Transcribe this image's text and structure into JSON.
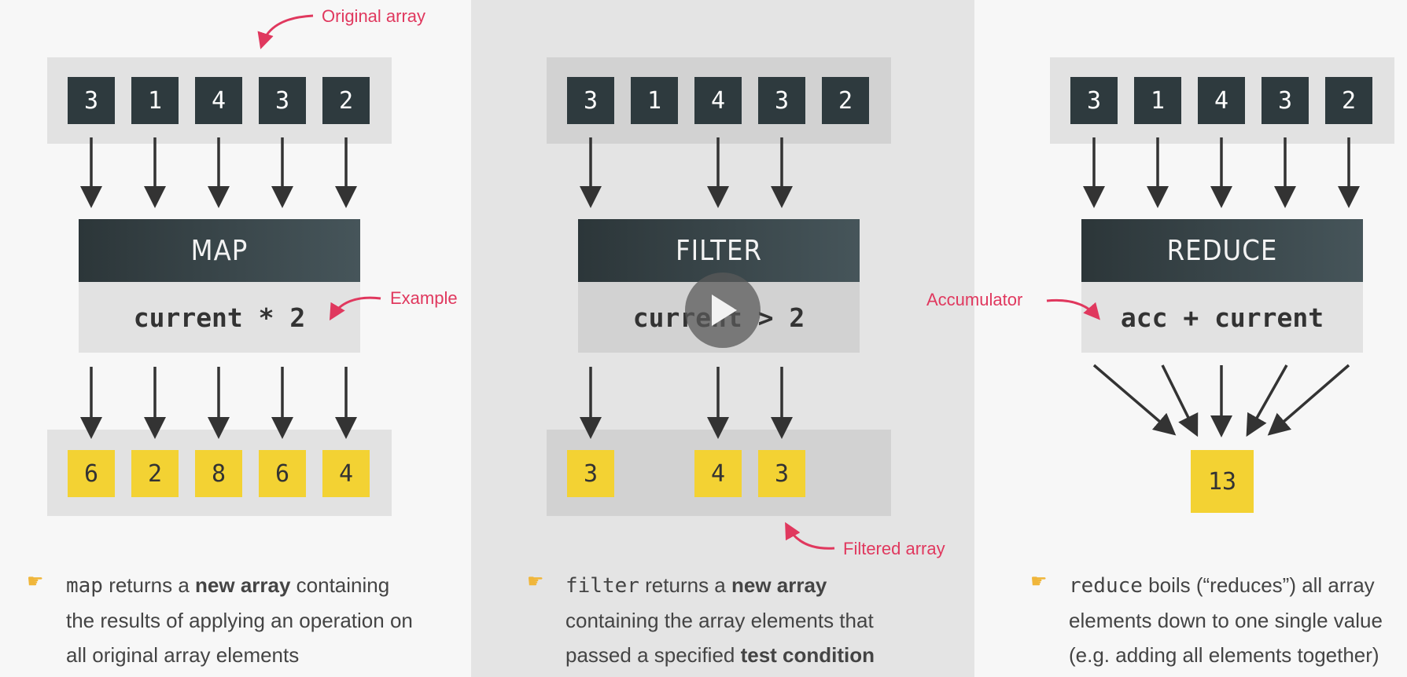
{
  "panels": [
    {
      "op": "MAP",
      "expression": "current * 2",
      "input": [
        "3",
        "1",
        "4",
        "3",
        "2"
      ],
      "output": [
        "6",
        "2",
        "8",
        "6",
        "4"
      ],
      "desc": {
        "code": "map",
        "t1": " returns a ",
        "b1": "new array",
        "t2": " containing the results of applying an operation on all original array elements"
      }
    },
    {
      "op": "FILTER",
      "expression": "current > 2",
      "input": [
        "3",
        "1",
        "4",
        "3",
        "2"
      ],
      "output": [
        "3",
        "4",
        "3"
      ],
      "desc": {
        "code": "filter",
        "t1": " returns a ",
        "b1": "new array",
        "t2": " containing the array elements that passed a specified ",
        "b2": "test condition"
      }
    },
    {
      "op": "REDUCE",
      "expression": "acc + current",
      "input": [
        "3",
        "1",
        "4",
        "3",
        "2"
      ],
      "output": [
        "13"
      ],
      "desc": {
        "code": "reduce",
        "t1": " boils (“reduces”) all array elements down to one single value (e.g. adding all elements together)"
      }
    }
  ],
  "annotations": {
    "original_array": "Original array",
    "example": "Example",
    "filtered_array": "Filtered array",
    "accumulator": "Accumulator"
  },
  "bullet_icon": "pointing-hand-icon",
  "video_control": "play-icon",
  "colors": {
    "dark_cell": "#2e3a3e",
    "yellow_cell": "#f3d233",
    "annotation": "#e0385e",
    "arrow": "#333333"
  }
}
